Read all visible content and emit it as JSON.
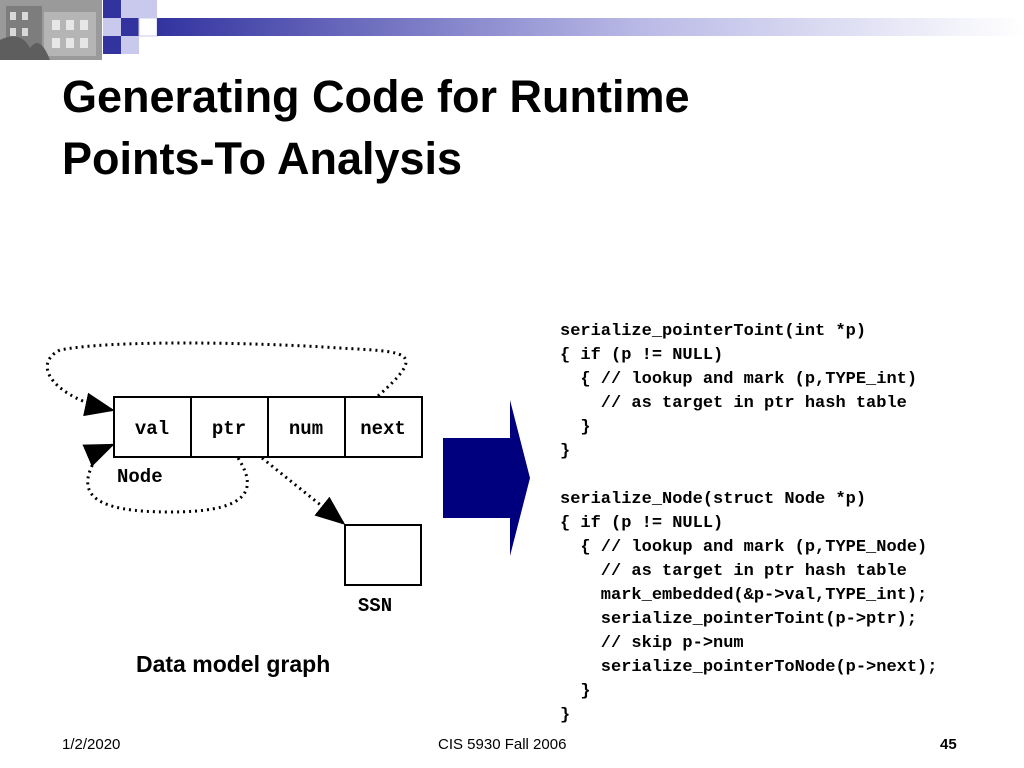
{
  "slide": {
    "title_lines": [
      "Generating Code for Runtime",
      "Points-To Analysis"
    ],
    "diagram": {
      "fields": [
        "val",
        "ptr",
        "num",
        "next"
      ],
      "node_label": "Node",
      "ssn_label": "SSN",
      "caption": "Data model graph"
    },
    "code_lines": [
      "serialize_pointerToint(int *p)",
      "{ if (p != NULL)",
      "  { // lookup and mark (p,TYPE_int)",
      "    // as target in ptr hash table",
      "  }",
      "}",
      "",
      "serialize_Node(struct Node *p)",
      "{ if (p != NULL)",
      "  { // lookup and mark (p,TYPE_Node)",
      "    // as target in ptr hash table",
      "    mark_embedded(&p->val,TYPE_int);",
      "    serialize_pointerToint(p->ptr);",
      "    // skip p->num",
      "    serialize_pointerToNode(p->next);",
      "  }",
      "}"
    ],
    "footer": {
      "date": "1/2/2020",
      "course": "CIS 5930 Fall 2006",
      "page": "45"
    },
    "colors": {
      "banner_blue": "#3333a0",
      "banner_light": "#c9c9ee",
      "arrow_fill": "#00007f"
    }
  }
}
